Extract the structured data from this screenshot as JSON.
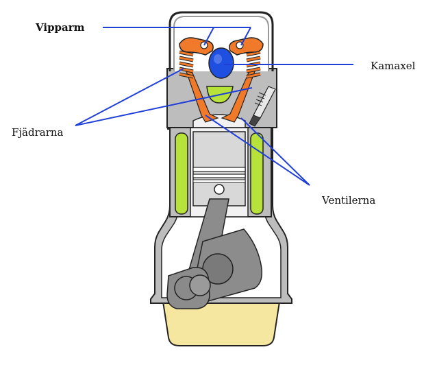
{
  "labels": {
    "vipparm": "Vipparm",
    "kamaxel": "Kamaxel",
    "fjadrarna": "Fjädrarna",
    "ventilerna": "Ventilerna"
  },
  "colors": {
    "leader_line": "#1f3fd8",
    "rocker_arm": "#f07a2a",
    "camshaft": "#1f4fe0",
    "coolant": "#b6e23a",
    "oil_sump": "#f5e6a0",
    "casing": "#bdbdbd",
    "casing_outline": "#222222",
    "piston": "#d8d8d8",
    "crank": "#8c8c8c"
  }
}
